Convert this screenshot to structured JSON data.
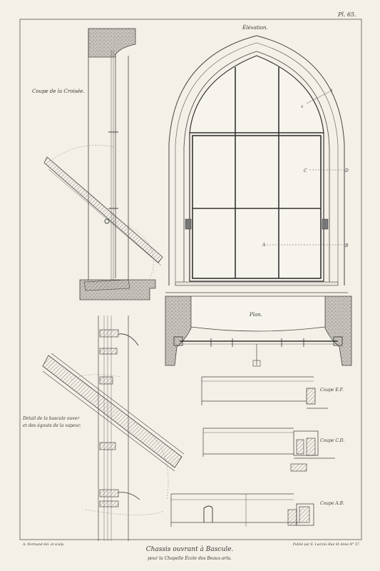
{
  "plate": {
    "number": "Pl. 65.",
    "title": "Chassis ouvrant à Bascule.",
    "subtitle": "pour la Chapelle École des Beaux-arts.",
    "credit_left": "A. Normand del. et sculp.",
    "credit_right": "Publié par E. Lacroix Rue St Anne N° 57."
  },
  "labels": {
    "elevation": "Élévation.",
    "coupe_croisee": "Coupe de la Croisée.",
    "plan": "Plan.",
    "detail_line1": "Détail de la bascule ouver",
    "detail_line2": "et des égouts de la vapeur.",
    "coupe_ef": "Coupe E.F.",
    "coupe_cd": "Coupe C.D.",
    "coupe_ab": "Coupe A.B.",
    "mark_a": "A",
    "mark_b": "B",
    "mark_c": "C",
    "mark_d": "D",
    "mark_s1": "S",
    "mark_s2": "S"
  },
  "colors": {
    "paper": "#f4f0e7",
    "ink": "#3a3a3a",
    "hatch": "#8a8a8a",
    "masonry": "#b5b1aa"
  }
}
